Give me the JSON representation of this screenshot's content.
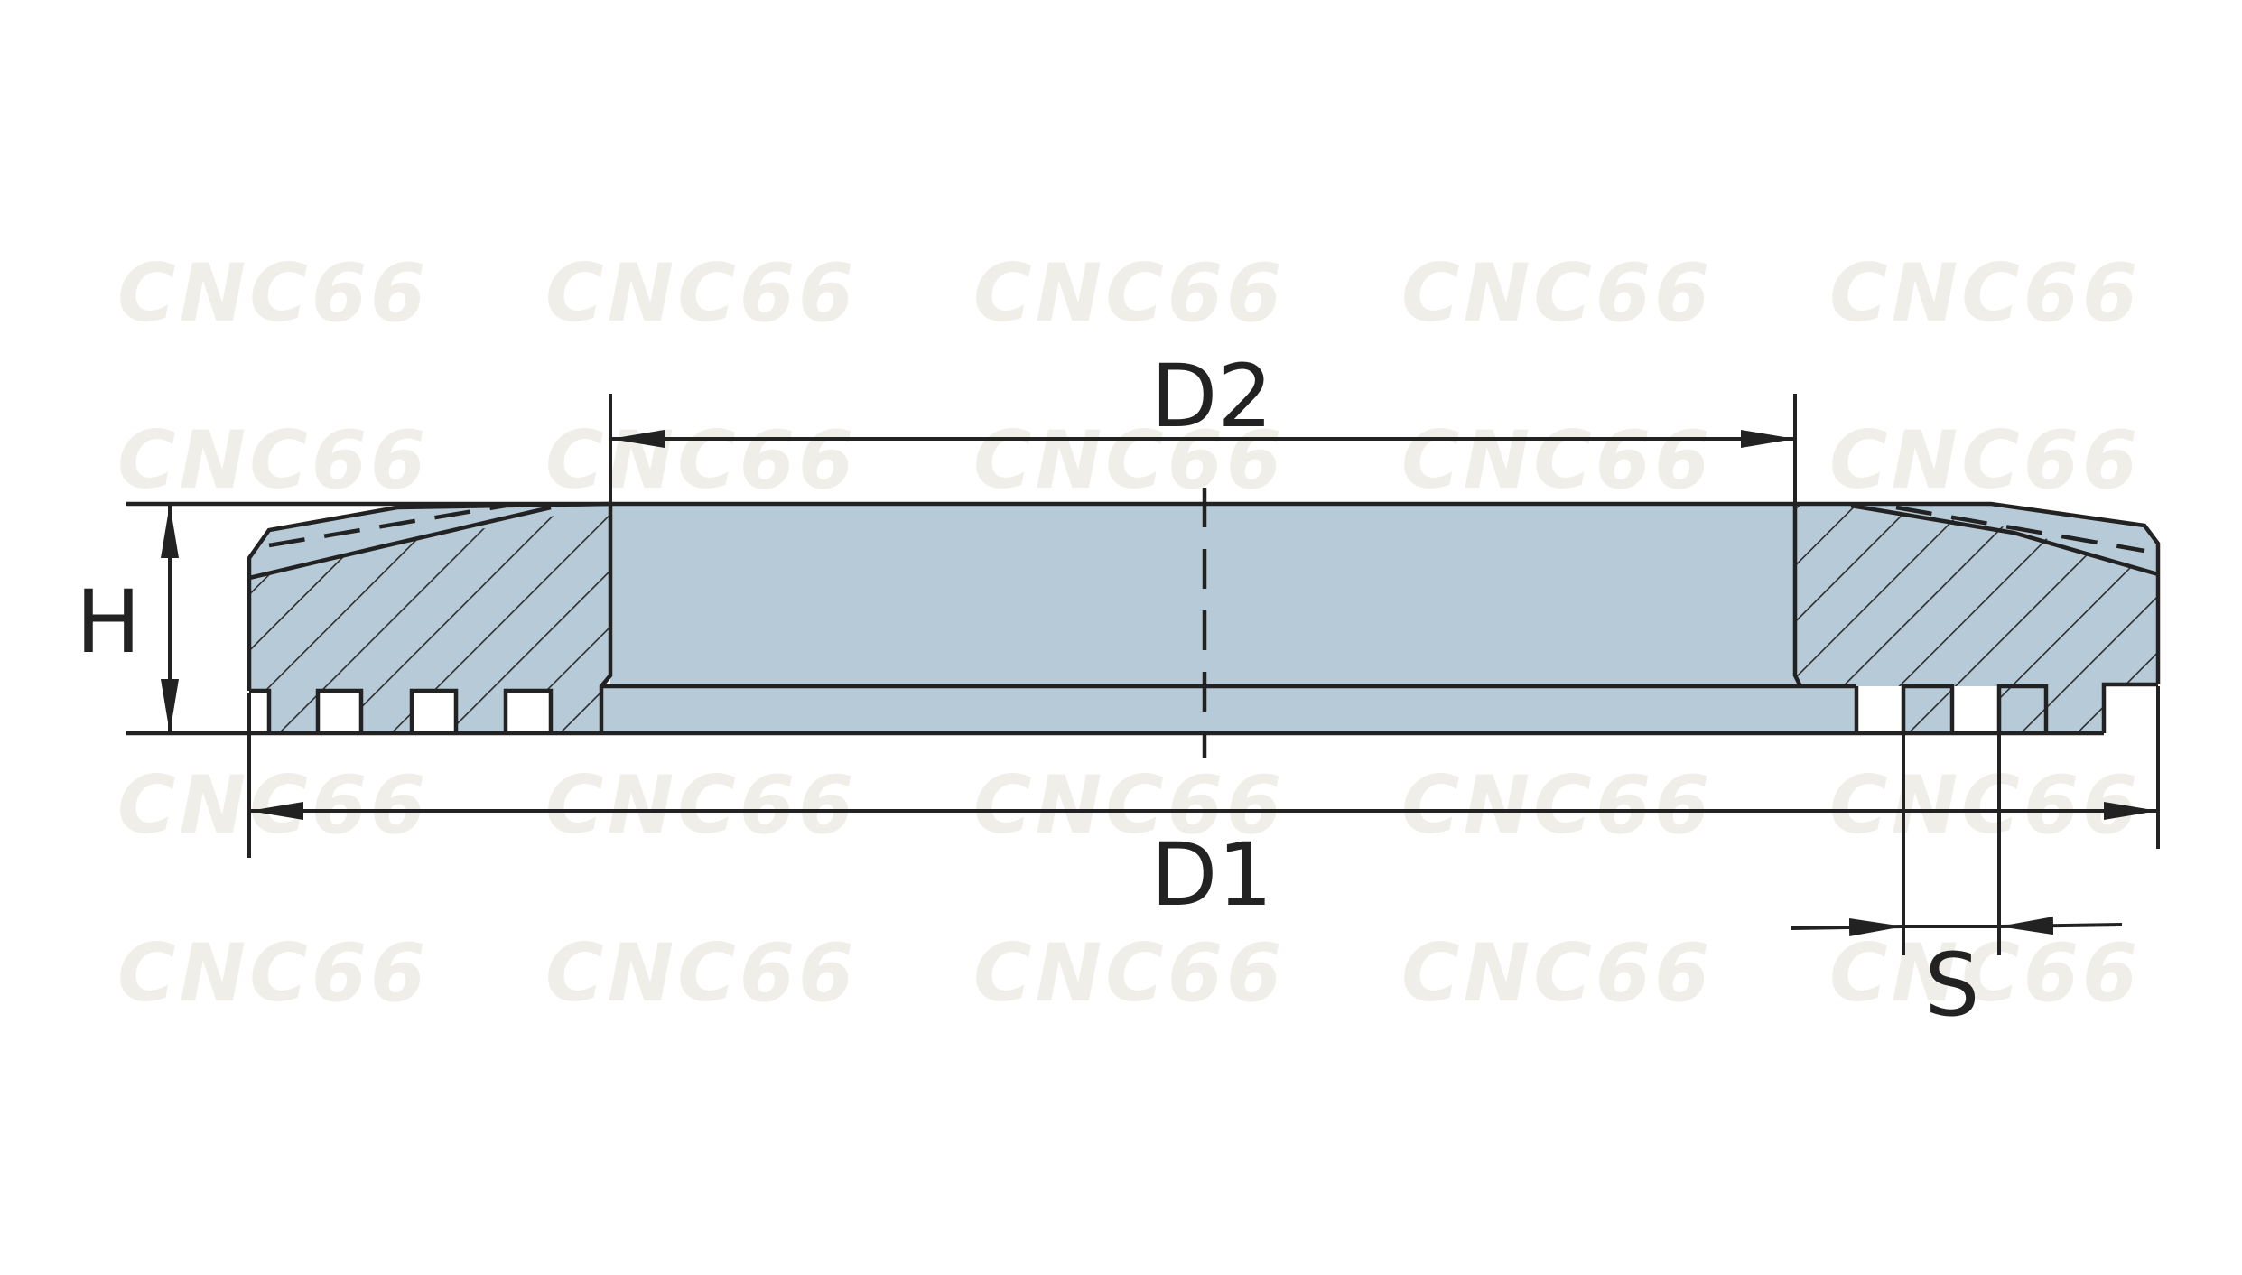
{
  "watermark": {
    "text": "CNC66"
  },
  "labels": {
    "height": "H",
    "inner_diameter": "D2",
    "outer_diameter": "D1",
    "slot_width": "S"
  },
  "colors": {
    "part_fill": "#b6cad7",
    "line": "#222222",
    "watermark": "#efeee9",
    "background": "#ffffff"
  }
}
